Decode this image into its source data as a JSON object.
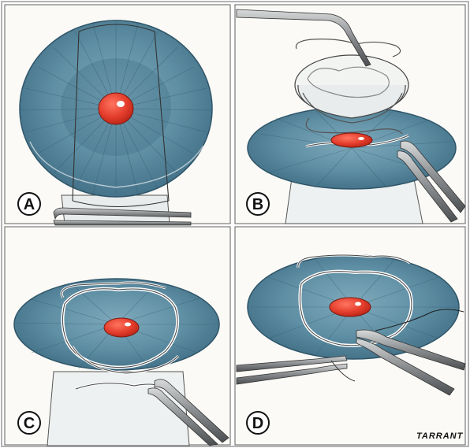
{
  "panels": [
    {
      "id": "A",
      "label": "A"
    },
    {
      "id": "B",
      "label": "B"
    },
    {
      "id": "C",
      "label": "C"
    },
    {
      "id": "D",
      "label": "D"
    }
  ],
  "signature": "TARRANT",
  "colors": {
    "background": "#fbfaf6",
    "panel_border": "#7a7a7a",
    "cornea_blue": "#5f8fa4",
    "cornea_dark": "#3f6f86",
    "pupil_red": "#e43d2c",
    "suture_white": "#f2f4f2",
    "instrument_gray": "#8a8d8f",
    "ink": "#1d1d1d"
  }
}
